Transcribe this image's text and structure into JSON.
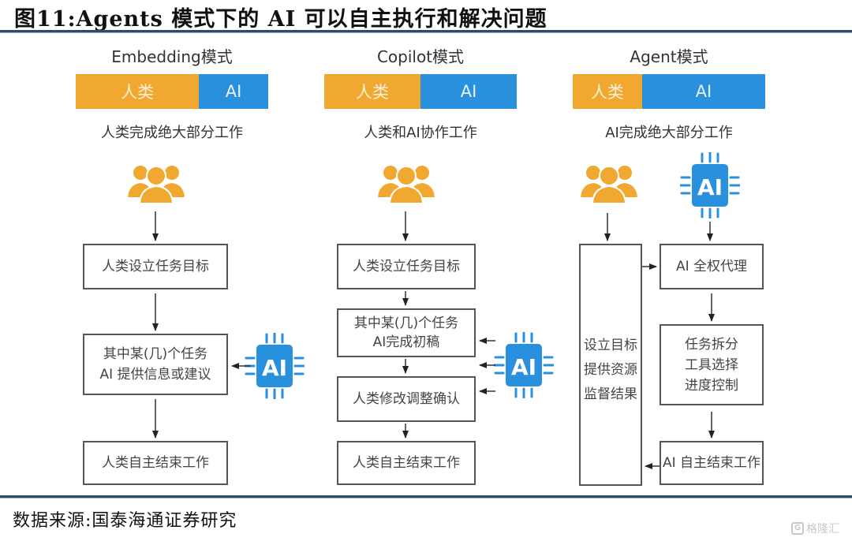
{
  "title": "图11:Agents 模式下的 AI 可以自主执行和解决问题",
  "source": "数据来源:国泰海通证券研究",
  "watermark": {
    "text": "格隆汇",
    "logo": "G"
  },
  "colors": {
    "human": "#f0a830",
    "ai": "#2990dd",
    "rule": "#2f4a6a",
    "border": "#555555"
  },
  "modes": [
    {
      "name": "Embedding模式",
      "bar": {
        "human_label": "人类",
        "ai_label": "AI",
        "human_share": 0.64
      },
      "caption": "人类完成绝大部分工作",
      "actor_icons": [
        "people-icon"
      ],
      "ai_icon": "ai-chip-icon",
      "ai_icon_label": "AI",
      "steps": [
        {
          "lines": [
            "人类设立任务目标"
          ]
        },
        {
          "lines": [
            "其中某(几)个任务",
            "AI 提供信息或建议"
          ]
        },
        {
          "lines": [
            "人类自主结束工作"
          ]
        }
      ]
    },
    {
      "name": "Copilot模式",
      "bar": {
        "human_label": "人类",
        "ai_label": "AI",
        "human_share": 0.5
      },
      "caption": "人类和AI协作工作",
      "actor_icons": [
        "people-icon"
      ],
      "ai_icon": "ai-chip-icon",
      "ai_icon_label": "AI",
      "steps": [
        {
          "lines": [
            "人类设立任务目标"
          ]
        },
        {
          "lines": [
            "其中某(几)个任务",
            "AI完成初稿"
          ]
        },
        {
          "lines": [
            "人类修改调整确认"
          ]
        },
        {
          "lines": [
            "人类自主结束工作"
          ]
        }
      ]
    },
    {
      "name": "Agent模式",
      "bar": {
        "human_label": "人类",
        "ai_label": "AI",
        "human_share": 0.36
      },
      "caption": "AI完成绝大部分工作",
      "actor_icons": [
        "people-icon",
        "ai-chip-icon"
      ],
      "ai_icon_label": "AI",
      "human_box": {
        "lines": [
          "设立目标",
          "提供资源",
          "监督结果"
        ]
      },
      "steps": [
        {
          "lines": [
            "AI 全权代理"
          ]
        },
        {
          "lines": [
            "任务拆分",
            "工具选择",
            "进度控制"
          ]
        },
        {
          "lines": [
            "AI 自主结束工作"
          ]
        }
      ]
    }
  ]
}
